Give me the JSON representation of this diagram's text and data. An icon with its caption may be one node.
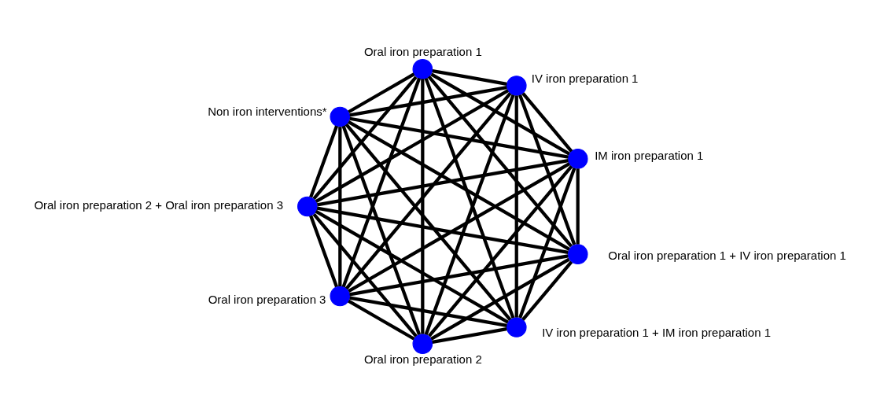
{
  "diagram": {
    "nodes": [
      {
        "text": [],
        "shape": "circle",
        "beside": [
          "IM iron preparation 1"
        ]
      },
      {
        "text": [],
        "shape": "circle",
        "beside": [
          "IV iron preparation 1"
        ]
      },
      {
        "text": [],
        "shape": "circle",
        "beside": [
          "Oral iron preparation 1"
        ]
      },
      {
        "text": [],
        "shape": "circle",
        "beside": [
          "Non iron interventions*"
        ]
      },
      {
        "text": [],
        "shape": "circle",
        "beside": [
          "Oral iron preparation 2 + Oral iron preparation 3"
        ]
      },
      {
        "text": [],
        "shape": "circle",
        "beside": [
          "Oral iron preparation 3"
        ]
      },
      {
        "text": [],
        "shape": "circle",
        "beside": [
          "Oral iron preparation 2"
        ]
      },
      {
        "text": [],
        "shape": "circle",
        "beside": [
          "IV iron preparation 1 + IM iron preparation 1"
        ]
      },
      {
        "text": [],
        "shape": "circle",
        "beside": [
          "Oral iron preparation 1 + IV iron preparation 1"
        ]
      }
    ],
    "edges": [
      {
        "from": 0,
        "to": 1,
        "arrow": "none"
      },
      {
        "from": 0,
        "to": 2,
        "arrow": "none"
      },
      {
        "from": 0,
        "to": 3,
        "arrow": "none"
      },
      {
        "from": 0,
        "to": 4,
        "arrow": "none"
      },
      {
        "from": 0,
        "to": 5,
        "arrow": "none"
      },
      {
        "from": 0,
        "to": 6,
        "arrow": "none"
      },
      {
        "from": 0,
        "to": 7,
        "arrow": "none"
      },
      {
        "from": 0,
        "to": 8,
        "arrow": "none"
      },
      {
        "from": 1,
        "to": 2,
        "arrow": "none"
      },
      {
        "from": 1,
        "to": 3,
        "arrow": "none"
      },
      {
        "from": 1,
        "to": 4,
        "arrow": "none"
      },
      {
        "from": 1,
        "to": 5,
        "arrow": "none"
      },
      {
        "from": 1,
        "to": 6,
        "arrow": "none"
      },
      {
        "from": 1,
        "to": 7,
        "arrow": "none"
      },
      {
        "from": 1,
        "to": 8,
        "arrow": "none"
      },
      {
        "from": 2,
        "to": 3,
        "arrow": "none"
      },
      {
        "from": 2,
        "to": 4,
        "arrow": "none"
      },
      {
        "from": 2,
        "to": 5,
        "arrow": "none"
      },
      {
        "from": 2,
        "to": 6,
        "arrow": "none"
      },
      {
        "from": 2,
        "to": 7,
        "arrow": "none"
      },
      {
        "from": 2,
        "to": 8,
        "arrow": "none"
      },
      {
        "from": 3,
        "to": 4,
        "arrow": "none"
      },
      {
        "from": 3,
        "to": 5,
        "arrow": "none"
      },
      {
        "from": 3,
        "to": 6,
        "arrow": "none"
      },
      {
        "from": 3,
        "to": 7,
        "arrow": "none"
      },
      {
        "from": 3,
        "to": 8,
        "arrow": "none"
      },
      {
        "from": 4,
        "to": 5,
        "arrow": "none"
      },
      {
        "from": 4,
        "to": 6,
        "arrow": "none"
      },
      {
        "from": 4,
        "to": 7,
        "arrow": "none"
      },
      {
        "from": 4,
        "to": 8,
        "arrow": "none"
      },
      {
        "from": 5,
        "to": 6,
        "arrow": "none"
      },
      {
        "from": 5,
        "to": 7,
        "arrow": "none"
      },
      {
        "from": 5,
        "to": 8,
        "arrow": "none"
      },
      {
        "from": 6,
        "to": 7,
        "arrow": "none"
      },
      {
        "from": 6,
        "to": 8,
        "arrow": "none"
      },
      {
        "from": 7,
        "to": 8,
        "arrow": "none"
      }
    ]
  }
}
